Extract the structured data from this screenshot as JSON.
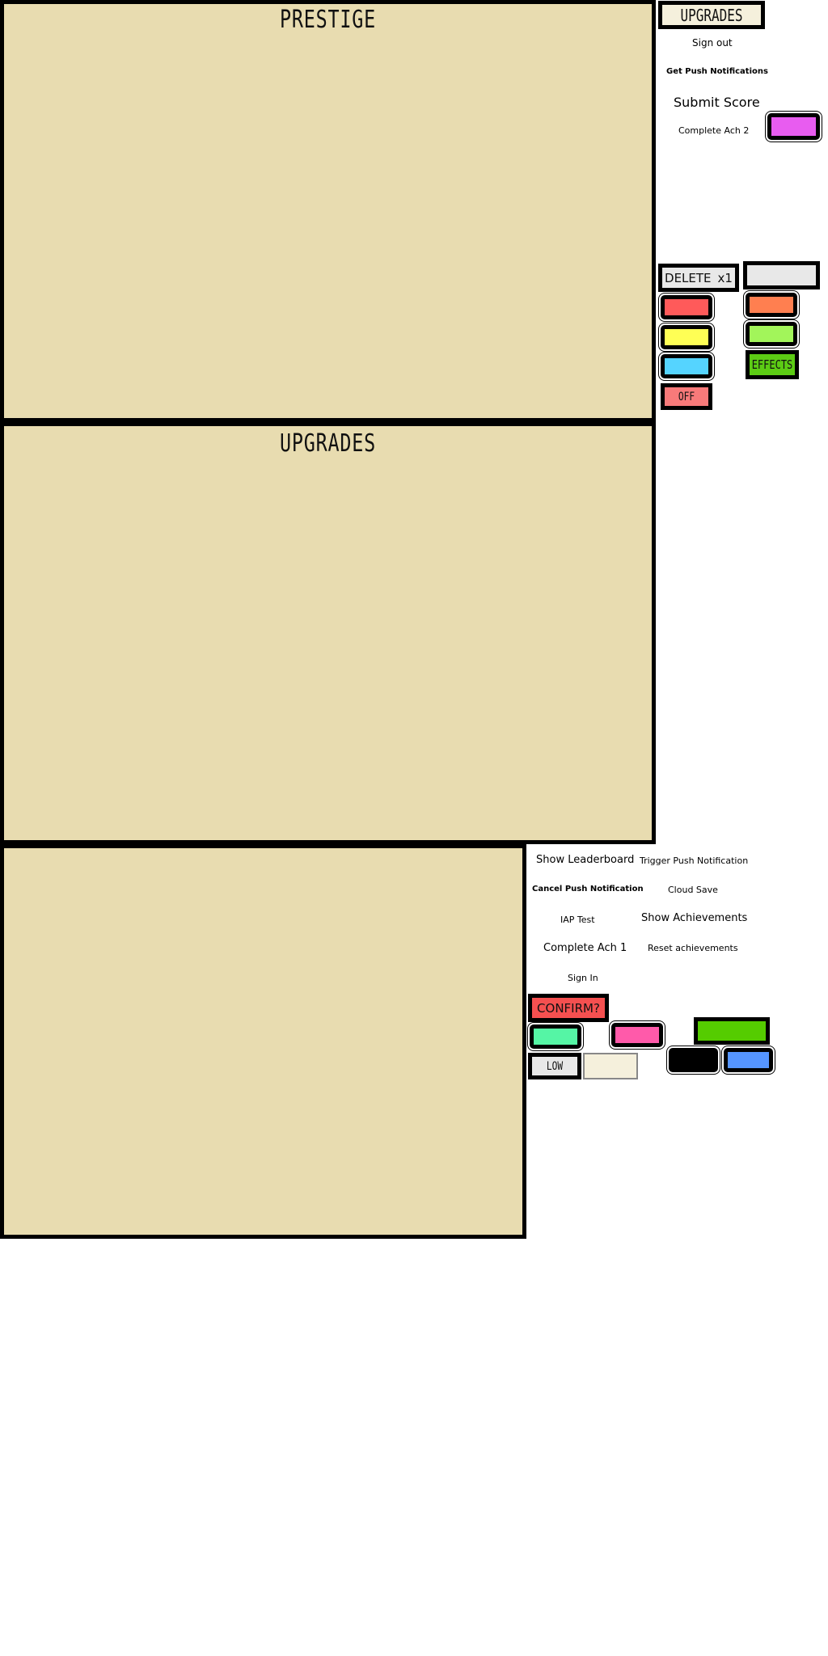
{
  "panels": {
    "prestige": {
      "title": "PRESTIGE"
    },
    "upgrades": {
      "title": "UPGRADES"
    },
    "bottom": {
      "title": ""
    }
  },
  "top_buttons": {
    "upgrades_tab": "UPGRADES",
    "sign_out": "Sign out",
    "get_push_notifications": "Get Push Notifications",
    "submit_score": "Submit Score",
    "complete_ach_2": "Complete Ach 2",
    "delete": "DELETE",
    "delete_count": "x1",
    "effects": "EFFECTS",
    "off": "OFF"
  },
  "debug_buttons": {
    "show_leaderboard": "Show Leaderboard",
    "trigger_push_notification": "Trigger Push Notification",
    "cancel_push_notification": "Cancel Push Notification",
    "cloud_save": "Cloud Save",
    "iap_test": "IAP Test",
    "show_achievements": "Show Achievements",
    "complete_ach_1": "Complete Ach 1",
    "reset_achievements": "Reset achievements",
    "sign_in": "Sign In",
    "confirm": "CONFIRM?",
    "low": "LOW"
  },
  "colors": {
    "panel_fill": "#e8dcb0",
    "magenta": "#e85cf0",
    "blank_grey": "#e8e8e8",
    "red": "#ff5a5a",
    "orange": "#ff7f50",
    "yellow": "#ffff55",
    "lime": "#a2f55a",
    "cyan": "#55d4ff",
    "effects_green": "#5ccc14",
    "off_salmon": "#f87a7a",
    "confirm_red": "#f55050",
    "mint": "#55f5a5",
    "pink": "#ff5aaa",
    "green": "#55cc00",
    "black": "#000000",
    "blue": "#5595ff",
    "cream": "#f5f0dc",
    "low_grey": "#e8e8e8"
  }
}
